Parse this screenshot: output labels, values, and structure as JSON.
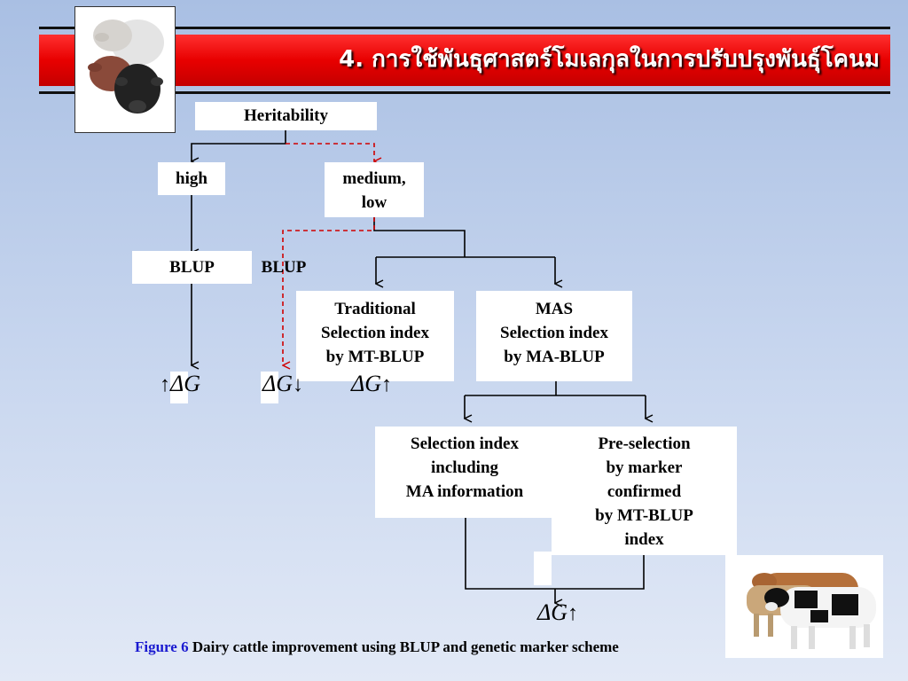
{
  "slide": {
    "title": "4. การใช้พันธุศาสตร์โมเลกุลในการปรับปรุงพันธุ์โคนม"
  },
  "diagram": {
    "heritability": "Heritability",
    "high": "high",
    "medium_low": "medium,\nlow",
    "blup_left": "BLUP",
    "blup_right": "BLUP",
    "traditional": "Traditional\nSelection index\nby MT-BLUP",
    "mas": "MAS\nSelection index\nby MA-BLUP",
    "selection_index_ma": "Selection index\nincluding\nMA information",
    "pre_selection": "Pre-selection\nby marker\nconfirmed\nby MT-BLUP\nindex",
    "delta_g_symbol": "ΔG",
    "arrow_up": "↑",
    "arrow_down": "↓"
  },
  "caption": {
    "figure_label": "Figure 6",
    "text": " Dairy cattle improvement using BLUP and genetic marker scheme"
  },
  "colors": {
    "title_red": "#e80000",
    "dashed_red": "#d00000",
    "caption_blue": "#1a1ad0"
  }
}
